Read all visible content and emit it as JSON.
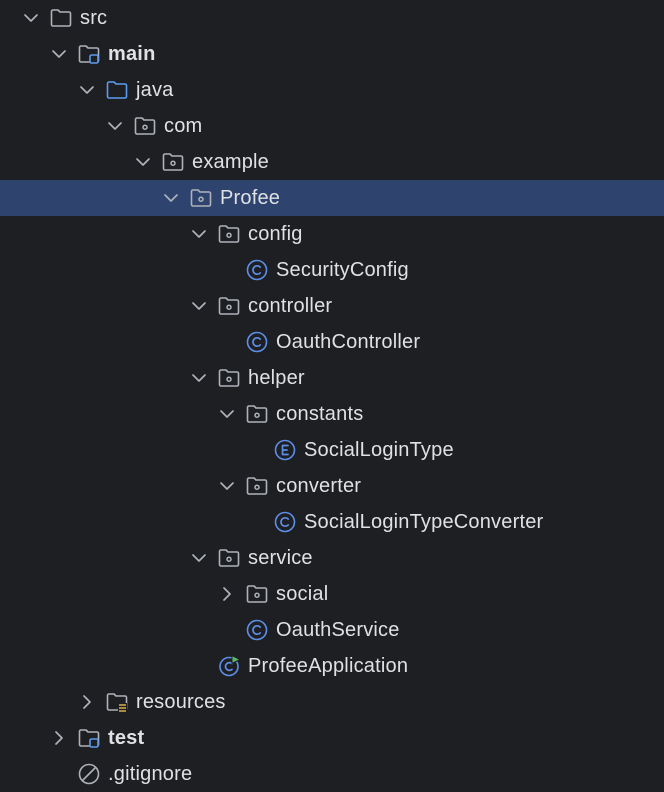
{
  "colors": {
    "background": "#1e1f22",
    "selected_row": "#2e436e",
    "text": "#dfe1e5",
    "icon_gray": "#aeb2ba",
    "source_blue": "#5a9bf0",
    "class_blue": "#5e8fe8",
    "resources_gold": "#d6b04c",
    "run_green": "#5fb865"
  },
  "tree": [
    {
      "label": "src",
      "depth": 0,
      "arrow": "down",
      "icon": "folder-icon"
    },
    {
      "label": "main",
      "depth": 1,
      "arrow": "down",
      "icon": "module-folder-icon",
      "bold": true
    },
    {
      "label": "java",
      "depth": 2,
      "arrow": "down",
      "icon": "source-folder-icon"
    },
    {
      "label": "com",
      "depth": 3,
      "arrow": "down",
      "icon": "package-icon"
    },
    {
      "label": "example",
      "depth": 4,
      "arrow": "down",
      "icon": "package-icon"
    },
    {
      "label": "Profee",
      "depth": 5,
      "arrow": "down",
      "icon": "package-icon",
      "selected": true
    },
    {
      "label": "config",
      "depth": 6,
      "arrow": "down",
      "icon": "package-icon"
    },
    {
      "label": "SecurityConfig",
      "depth": 7,
      "arrow": "none",
      "icon": "class-icon"
    },
    {
      "label": "controller",
      "depth": 6,
      "arrow": "down",
      "icon": "package-icon"
    },
    {
      "label": "OauthController",
      "depth": 7,
      "arrow": "none",
      "icon": "class-icon"
    },
    {
      "label": "helper",
      "depth": 6,
      "arrow": "down",
      "icon": "package-icon"
    },
    {
      "label": "constants",
      "depth": 7,
      "arrow": "down",
      "icon": "package-icon"
    },
    {
      "label": "SocialLoginType",
      "depth": 8,
      "arrow": "none",
      "icon": "enum-icon"
    },
    {
      "label": "converter",
      "depth": 7,
      "arrow": "down",
      "icon": "package-icon"
    },
    {
      "label": "SocialLoginTypeConverter",
      "depth": 8,
      "arrow": "none",
      "icon": "class-icon"
    },
    {
      "label": "service",
      "depth": 6,
      "arrow": "down",
      "icon": "package-icon"
    },
    {
      "label": "social",
      "depth": 7,
      "arrow": "right",
      "icon": "package-icon"
    },
    {
      "label": "OauthService",
      "depth": 7,
      "arrow": "none",
      "icon": "class-icon"
    },
    {
      "label": "ProfeeApplication",
      "depth": 6,
      "arrow": "none",
      "icon": "spring-boot-class-icon"
    },
    {
      "label": "resources",
      "depth": 2,
      "arrow": "right",
      "icon": "resources-folder-icon"
    },
    {
      "label": "test",
      "depth": 1,
      "arrow": "right",
      "icon": "module-folder-icon",
      "bold": true
    },
    {
      "label": ".gitignore",
      "depth": 1,
      "arrow": "none",
      "icon": "ignored-file-icon"
    }
  ]
}
